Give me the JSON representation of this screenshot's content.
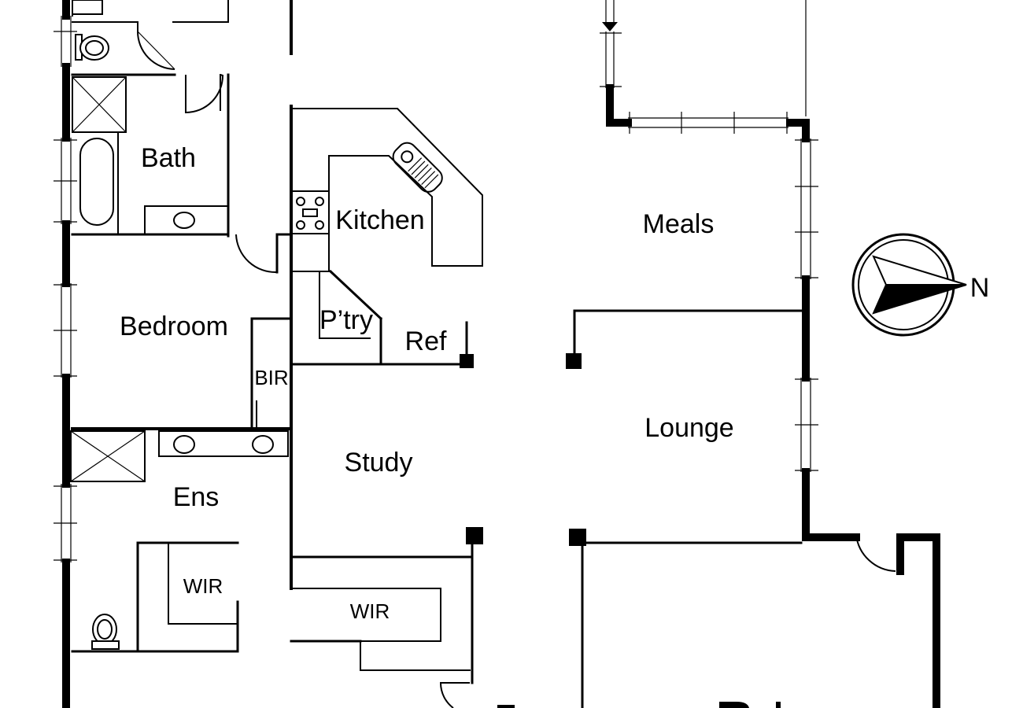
{
  "rooms": {
    "bath": "Bath",
    "kitchen": "Kitchen",
    "meals": "Meals",
    "bedroom": "Bedroom",
    "pantry": "P’try",
    "ref": "Ref",
    "bir": "BIR",
    "lounge": "Lounge",
    "study": "Study",
    "ensuite": "Ens",
    "wir_ensuite": "WIR",
    "wir_study": "WIR"
  },
  "compass": {
    "north_label": "N"
  }
}
